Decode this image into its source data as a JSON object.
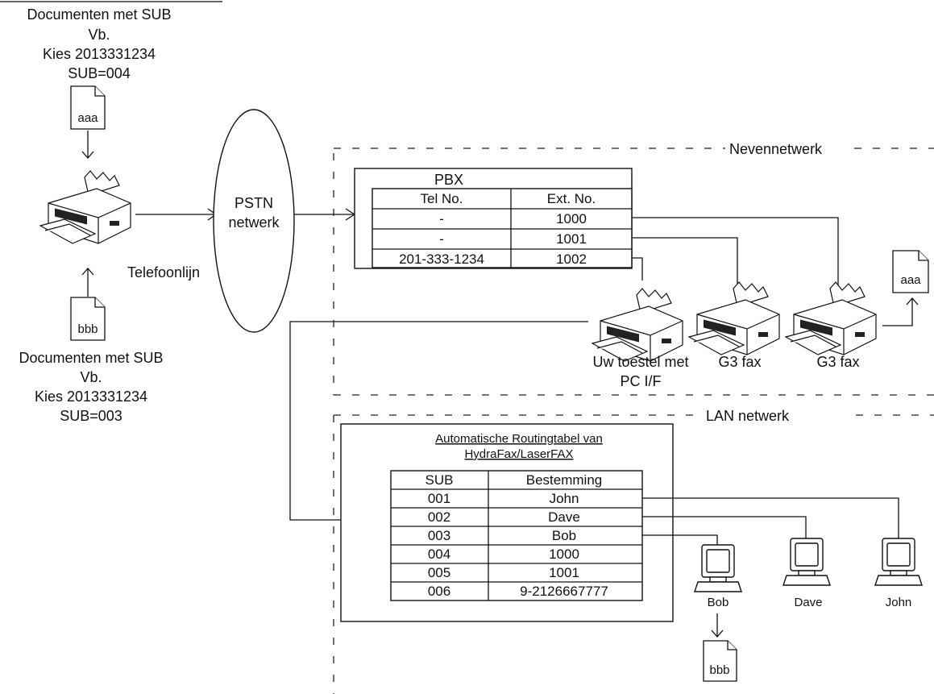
{
  "left_top": {
    "lines": [
      "Documenten met SUB",
      "Vb.",
      "Kies 2013331234",
      "SUB=004"
    ],
    "doc_label": "aaa"
  },
  "left_bottom": {
    "lines": [
      "Documenten met SUB",
      "Vb.",
      "Kies 2013331234",
      "SUB=003"
    ],
    "doc_label": "bbb"
  },
  "telefoonlijn_label": "Telefoonlijn",
  "pstn": {
    "line1": "PSTN",
    "line2": "netwerk"
  },
  "nevennetwerk_label": "Nevennetwerk",
  "lan_label": "LAN netwerk",
  "pbx": {
    "title": "PBX",
    "headers": [
      "Tel No.",
      "Ext. No."
    ],
    "rows": [
      [
        "-",
        "1000"
      ],
      [
        "-",
        "1001"
      ],
      [
        "201-333-1234",
        "1002"
      ]
    ]
  },
  "devices": {
    "uw_toestel": [
      "Uw toestel met",
      "PC I/F"
    ],
    "g3_fax_1": "G3 fax",
    "g3_fax_2": "G3 fax",
    "received_doc": "aaa"
  },
  "routing": {
    "title_line1": "Automatische Routingtabel van",
    "title_line2": "HydraFax/LaserFAX",
    "headers": [
      "SUB",
      "Bestemming"
    ],
    "rows": [
      [
        "001",
        "John"
      ],
      [
        "002",
        "Dave"
      ],
      [
        "003",
        "Bob"
      ],
      [
        "004",
        "1000"
      ],
      [
        "005",
        "1001"
      ],
      [
        "006",
        "9-2126667777"
      ]
    ]
  },
  "pcs": {
    "bob": "Bob",
    "dave": "Dave",
    "john": "John"
  },
  "bob_doc": "bbb"
}
